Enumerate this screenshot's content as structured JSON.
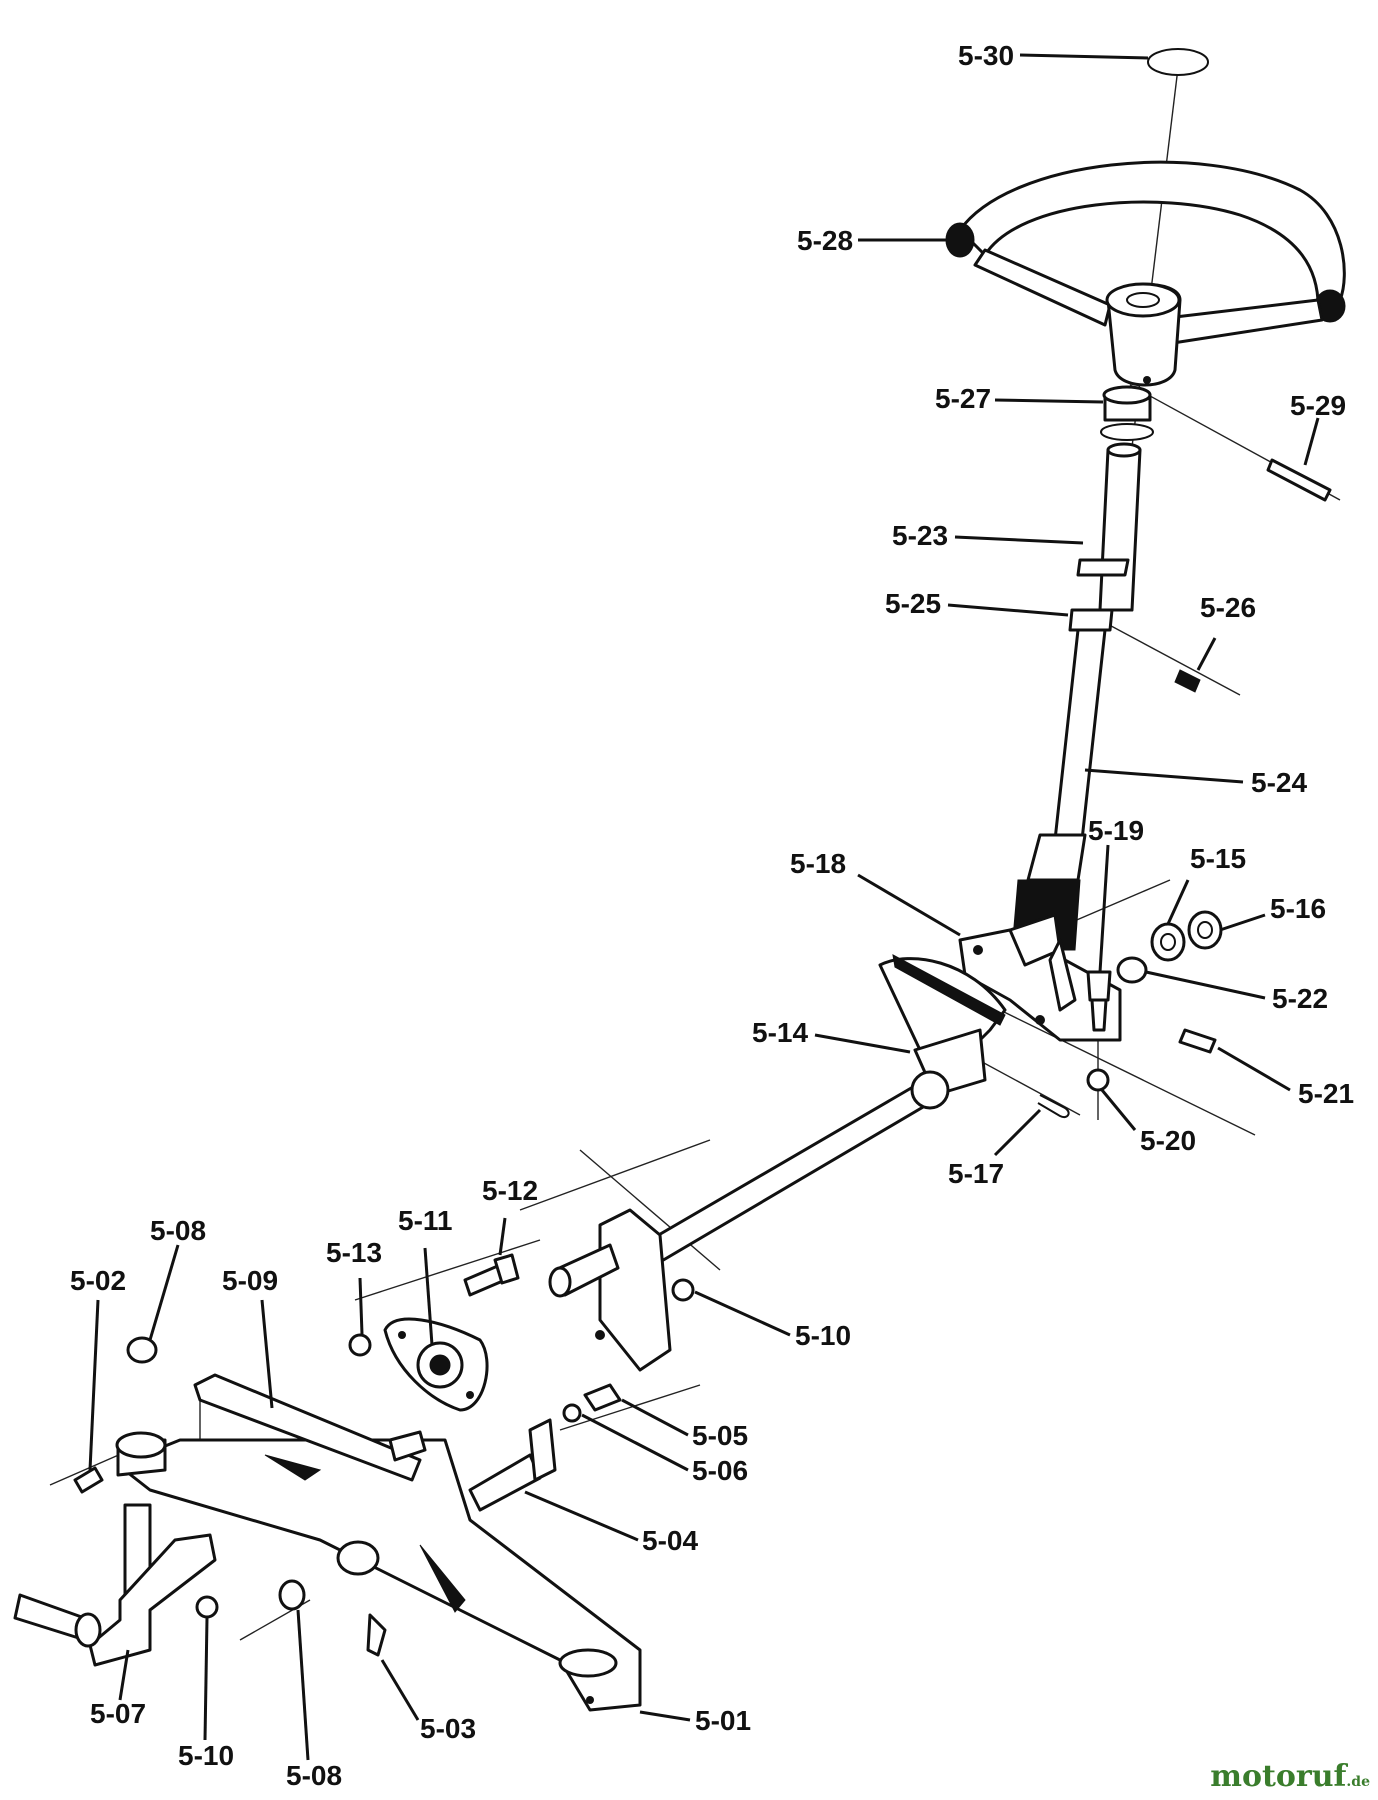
{
  "labels": {
    "l0530": "5-30",
    "l0528": "5-28",
    "l0527": "5-27",
    "l0529": "5-29",
    "l0523": "5-23",
    "l0525": "5-25",
    "l0526": "5-26",
    "l0524": "5-24",
    "l0519": "5-19",
    "l0515": "5-15",
    "l0516": "5-16",
    "l0518": "5-18",
    "l0522": "5-22",
    "l0514": "5-14",
    "l0521": "5-21",
    "l0520": "5-20",
    "l0517": "5-17",
    "l0512": "5-12",
    "l0511": "5-11",
    "l0513": "5-13",
    "l0508a": "5-08",
    "l0502": "5-02",
    "l0509": "5-09",
    "l0510a": "5-10",
    "l0505": "5-05",
    "l0506": "5-06",
    "l0504": "5-04",
    "l0507": "5-07",
    "l0510b": "5-10",
    "l0508b": "5-08",
    "l0503": "5-03",
    "l0501": "5-01"
  },
  "watermark": {
    "main": "motoruf",
    "suffix": ".de"
  }
}
